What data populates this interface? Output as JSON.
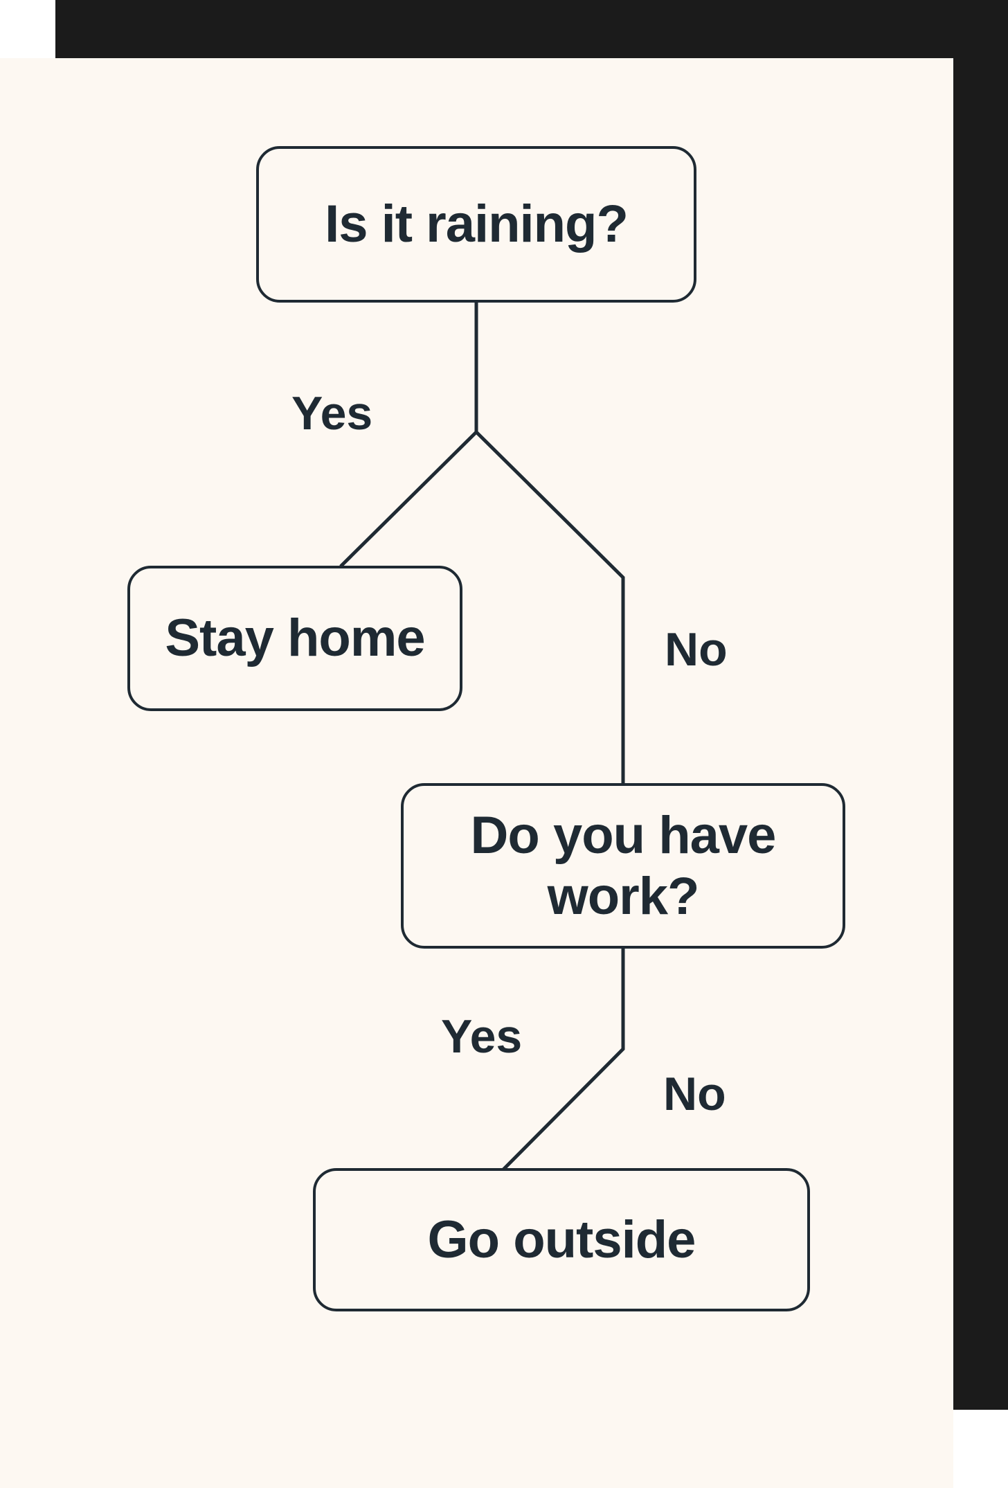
{
  "nodes": {
    "raining": "Is it raining?",
    "stay_home": "Stay home",
    "have_work": "Do you have work?",
    "go_outside": "Go outside"
  },
  "edges": {
    "raining_yes": "Yes",
    "raining_no": "No",
    "work_yes": "Yes",
    "work_no": "No"
  },
  "colors": {
    "background": "#fdf8f2",
    "stroke": "#1f2a33",
    "frame": "#1b1b1b"
  }
}
